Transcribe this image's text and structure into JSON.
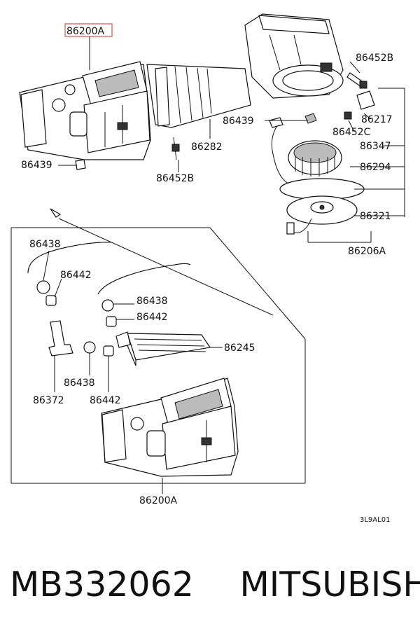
{
  "labels": {
    "top_86200A": "86200A",
    "top_86452B": "86452B",
    "l_86217": "86217",
    "l_86439_mid": "86439",
    "l_86452C": "86452C",
    "l_86347": "86347",
    "l_86282": "86282",
    "l_86294": "86294",
    "l_86439_left": "86439",
    "l_86452B_low": "86452B",
    "l_86321": "86321",
    "l_86206A": "86206A",
    "b_86438_a": "86438",
    "b_86442_a": "86442",
    "b_86438_b": "86438",
    "b_86442_b": "86442",
    "b_86245": "86245",
    "b_86438_c": "86438",
    "b_86372": "86372",
    "b_86442_c": "86442",
    "bottom_86200A": "86200A",
    "code": "3L9AL01"
  },
  "footer": {
    "part_number": "MB332062",
    "brand": "MITSUBISHI"
  },
  "colors": {
    "highlight_box": "#e05050"
  }
}
